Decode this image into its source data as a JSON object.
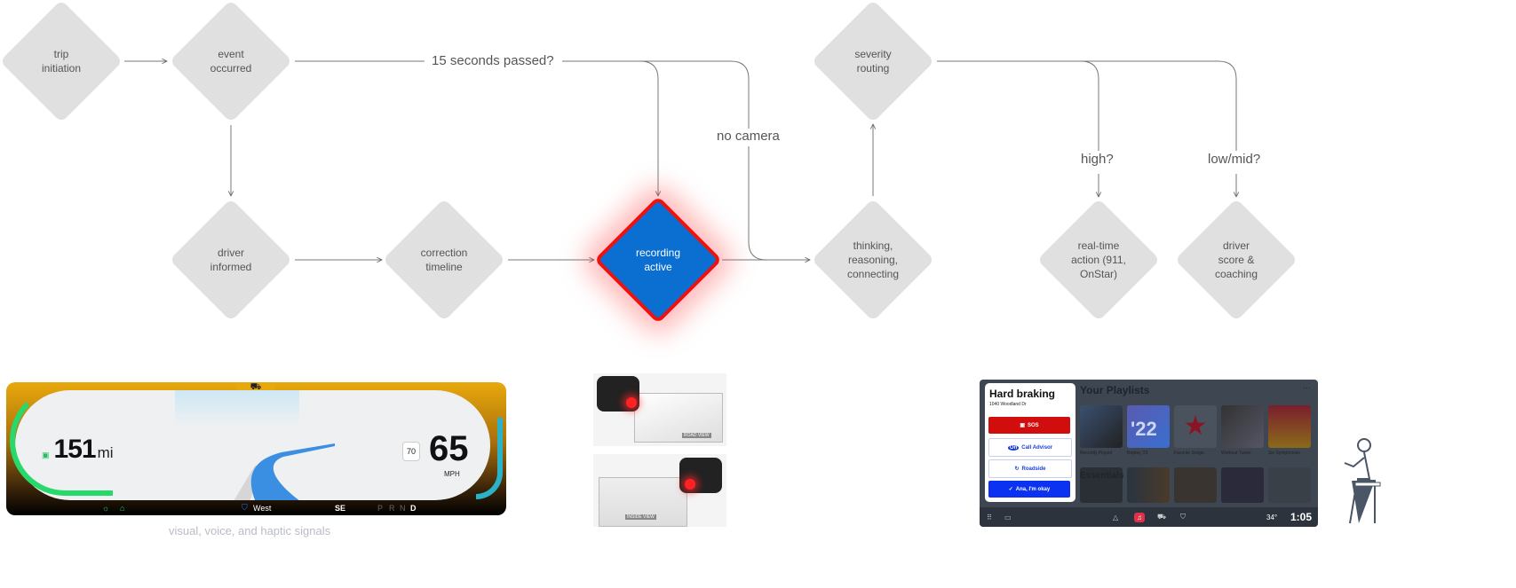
{
  "flow": {
    "nodes": [
      {
        "id": "trip",
        "label": "trip\ninitiation"
      },
      {
        "id": "event",
        "label": "event\noccurred"
      },
      {
        "id": "informed",
        "label": "driver\ninformed"
      },
      {
        "id": "correction",
        "label": "correction\ntimeline"
      },
      {
        "id": "recording",
        "label": "recording\nactive",
        "state": "active"
      },
      {
        "id": "thinking",
        "label": "thinking,\nreasoning,\nconnecting"
      },
      {
        "id": "severity",
        "label": "severity\nrouting"
      },
      {
        "id": "realtime",
        "label": "real-time\naction (911,\nOnStar)"
      },
      {
        "id": "score",
        "label": "driver\nscore &\ncoaching"
      }
    ],
    "edge_labels": {
      "fifteen": "15 seconds passed?",
      "nocamera": "no camera",
      "high": "high?",
      "lowmid": "low/mid?"
    },
    "colors": {
      "active_fill": "#0a6fd0",
      "active_border": "#f01010",
      "node_fill": "#e0e0e0",
      "edge": "#666666"
    }
  },
  "cluster": {
    "range_value": "151",
    "range_unit": "mi",
    "speed_limit": "70",
    "speed": "65",
    "speed_unit": "MPH",
    "route": "West",
    "heading": "SE",
    "gears": [
      "P",
      "R",
      "N",
      "D"
    ],
    "active_gear": "D",
    "caption": "visual, voice, and haptic signals"
  },
  "cameras": {
    "road_tag": "ROAD VIEW",
    "inside_tag": "INSIDE VIEW"
  },
  "infotainment": {
    "alert_title": "Hard braking",
    "alert_address": "1040 Woodland Dr",
    "buttons": {
      "sos": "SOS",
      "advisor": "Call Advisor",
      "roadside": "Roadside",
      "okay": "Ana, I'm okay"
    },
    "playlists_title": "Your Playlists",
    "playlists": [
      "Recently Played",
      "Replay '22",
      "Favorite Songs",
      "Workout Tunes",
      "Six Symphonies"
    ],
    "tile_text": {
      "replay": "'22",
      "essentials": "Essentials"
    },
    "temperature": "34°",
    "clock": "1:05"
  }
}
